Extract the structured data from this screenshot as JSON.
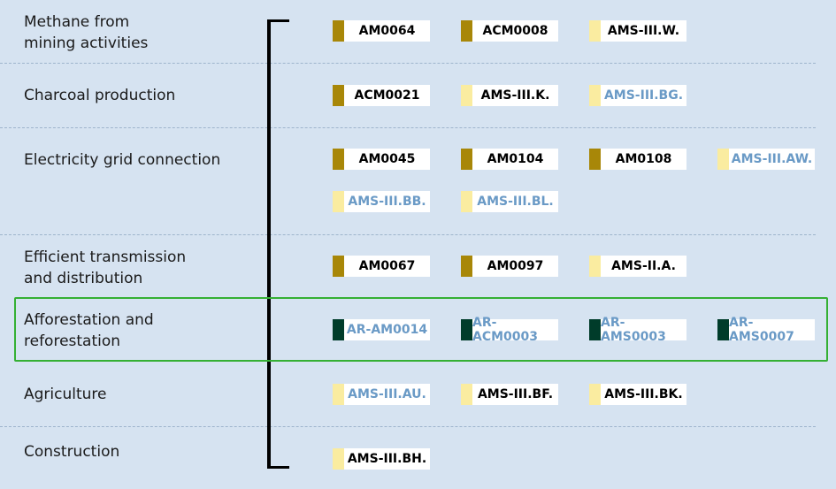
{
  "rows": [
    {
      "name": "Methane from\nmining activities",
      "items": [
        {
          "code": "AM0064",
          "kind": "gold"
        },
        {
          "code": "ACM0008",
          "kind": "gold"
        },
        {
          "code": "AMS-III.W.",
          "kind": "yellow"
        }
      ]
    },
    {
      "name": "Charcoal production",
      "items": [
        {
          "code": "ACM0021",
          "kind": "gold"
        },
        {
          "code": "AMS-III.K.",
          "kind": "yellow"
        },
        {
          "code": "AMS-III.BG.",
          "kind": "yellow",
          "link": true
        }
      ]
    },
    {
      "name": "Electricity grid connection",
      "items": [
        {
          "code": "AM0045",
          "kind": "gold"
        },
        {
          "code": "AM0104",
          "kind": "gold"
        },
        {
          "code": "AM0108",
          "kind": "gold"
        },
        {
          "code": "AMS-III.AW.",
          "kind": "yellow",
          "link": true
        },
        {
          "code": "AMS-III.BB.",
          "kind": "yellow",
          "link": true
        },
        {
          "code": "AMS-III.BL.",
          "kind": "yellow",
          "link": true
        }
      ]
    },
    {
      "name": "Efficient transmission\nand distribution",
      "items": [
        {
          "code": "AM0067",
          "kind": "gold"
        },
        {
          "code": "AM0097",
          "kind": "gold"
        },
        {
          "code": "AMS-II.A.",
          "kind": "yellow"
        }
      ]
    },
    {
      "name": "Afforestation and\nreforestation",
      "highlighted": true,
      "items": [
        {
          "code": "AR-AM0014",
          "kind": "green",
          "link": true
        },
        {
          "code": "AR-ACM0003",
          "kind": "green",
          "link": true
        },
        {
          "code": "AR-AMS0003",
          "kind": "green",
          "link": true
        },
        {
          "code": "AR-AMS0007",
          "kind": "green",
          "link": true
        }
      ]
    },
    {
      "name": "Agriculture",
      "items": [
        {
          "code": "AMS-III.AU.",
          "kind": "yellow",
          "link": true
        },
        {
          "code": "AMS-III.BF.",
          "kind": "yellow"
        },
        {
          "code": "AMS-III.BK.",
          "kind": "yellow"
        }
      ]
    },
    {
      "name": "Construction",
      "items": [
        {
          "code": "AMS-III.BH.",
          "kind": "yellow"
        }
      ]
    }
  ],
  "colors": {
    "gold": "#a88708",
    "yellow": "#faeca0",
    "green": "#003c2a",
    "link_text": "#6a9ac6",
    "highlight_border": "#35b034",
    "background": "#d6e3f1"
  }
}
